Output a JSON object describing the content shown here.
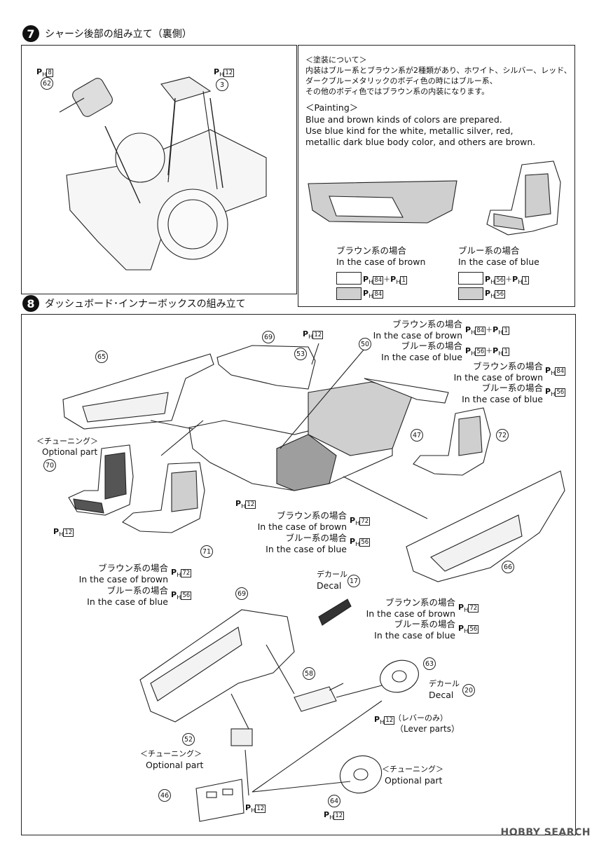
{
  "step7": {
    "number": "7",
    "title": "シャーシ後部の組み立て（裏側）"
  },
  "step8": {
    "number": "8",
    "title": "ダッシュボード･インナーボックスの組み立て"
  },
  "painting": {
    "jp_heading": "＜塗装について＞",
    "jp_line1": "内装はブルー系とブラウン系が2種類があり、ホワイト、シルバー、レッド、",
    "jp_line2": "ダークブルーメタリックのボディ色の時にはブルー系、",
    "jp_line3": "その他のボディ色ではブラウン系の内装になります。",
    "en_heading": "＜Painting＞",
    "en_line1": "Blue and brown kinds of colors are prepared.",
    "en_line2": "Use blue kind for the white, metallic silver, red,",
    "en_line3": "metallic dark blue body color, and others are brown.",
    "brown_jp": "ブラウン系の場合",
    "brown_en": "In the case of brown",
    "blue_jp": "ブルー系の場合",
    "blue_en": "In the case of blue",
    "brown_white_code": "84",
    "brown_grey_code": "84",
    "blue_white_code": "56",
    "blue_grey_code": "56",
    "plus_code": "1"
  },
  "ph": "P",
  "ph_sub": "H",
  "plus": "＋",
  "step7_parts": {
    "p62": "62",
    "p3": "3",
    "c62": "8",
    "c3": "12"
  },
  "step8_parts": {
    "p65": "65",
    "p69a": "69",
    "p53": "53",
    "p50": "50",
    "p47": "47",
    "p72": "72",
    "p70": "70",
    "p71": "71",
    "p66": "66",
    "p69b": "69",
    "p17": "17",
    "p63": "63",
    "p20": "20",
    "p58": "58",
    "p52": "52",
    "p46": "46",
    "p64": "64"
  },
  "labels": {
    "brown_jp": "ブラウン系の場合",
    "brown_en": "In the case of brown",
    "blue_jp": "ブルー系の場合",
    "blue_en": "In the case of blue",
    "optional_jp": "＜チューニング＞",
    "optional_en": "Optional part",
    "decal_jp": "デカール",
    "decal_en": "Decal",
    "lever_jp": "（レバーのみ）",
    "lever_en": "（Lever parts）",
    "colon": ":"
  },
  "codes": {
    "c12": "12",
    "c1": "1",
    "c84": "84",
    "c56": "56",
    "c72": "72"
  },
  "watermark": "HOBBY SEARCH"
}
